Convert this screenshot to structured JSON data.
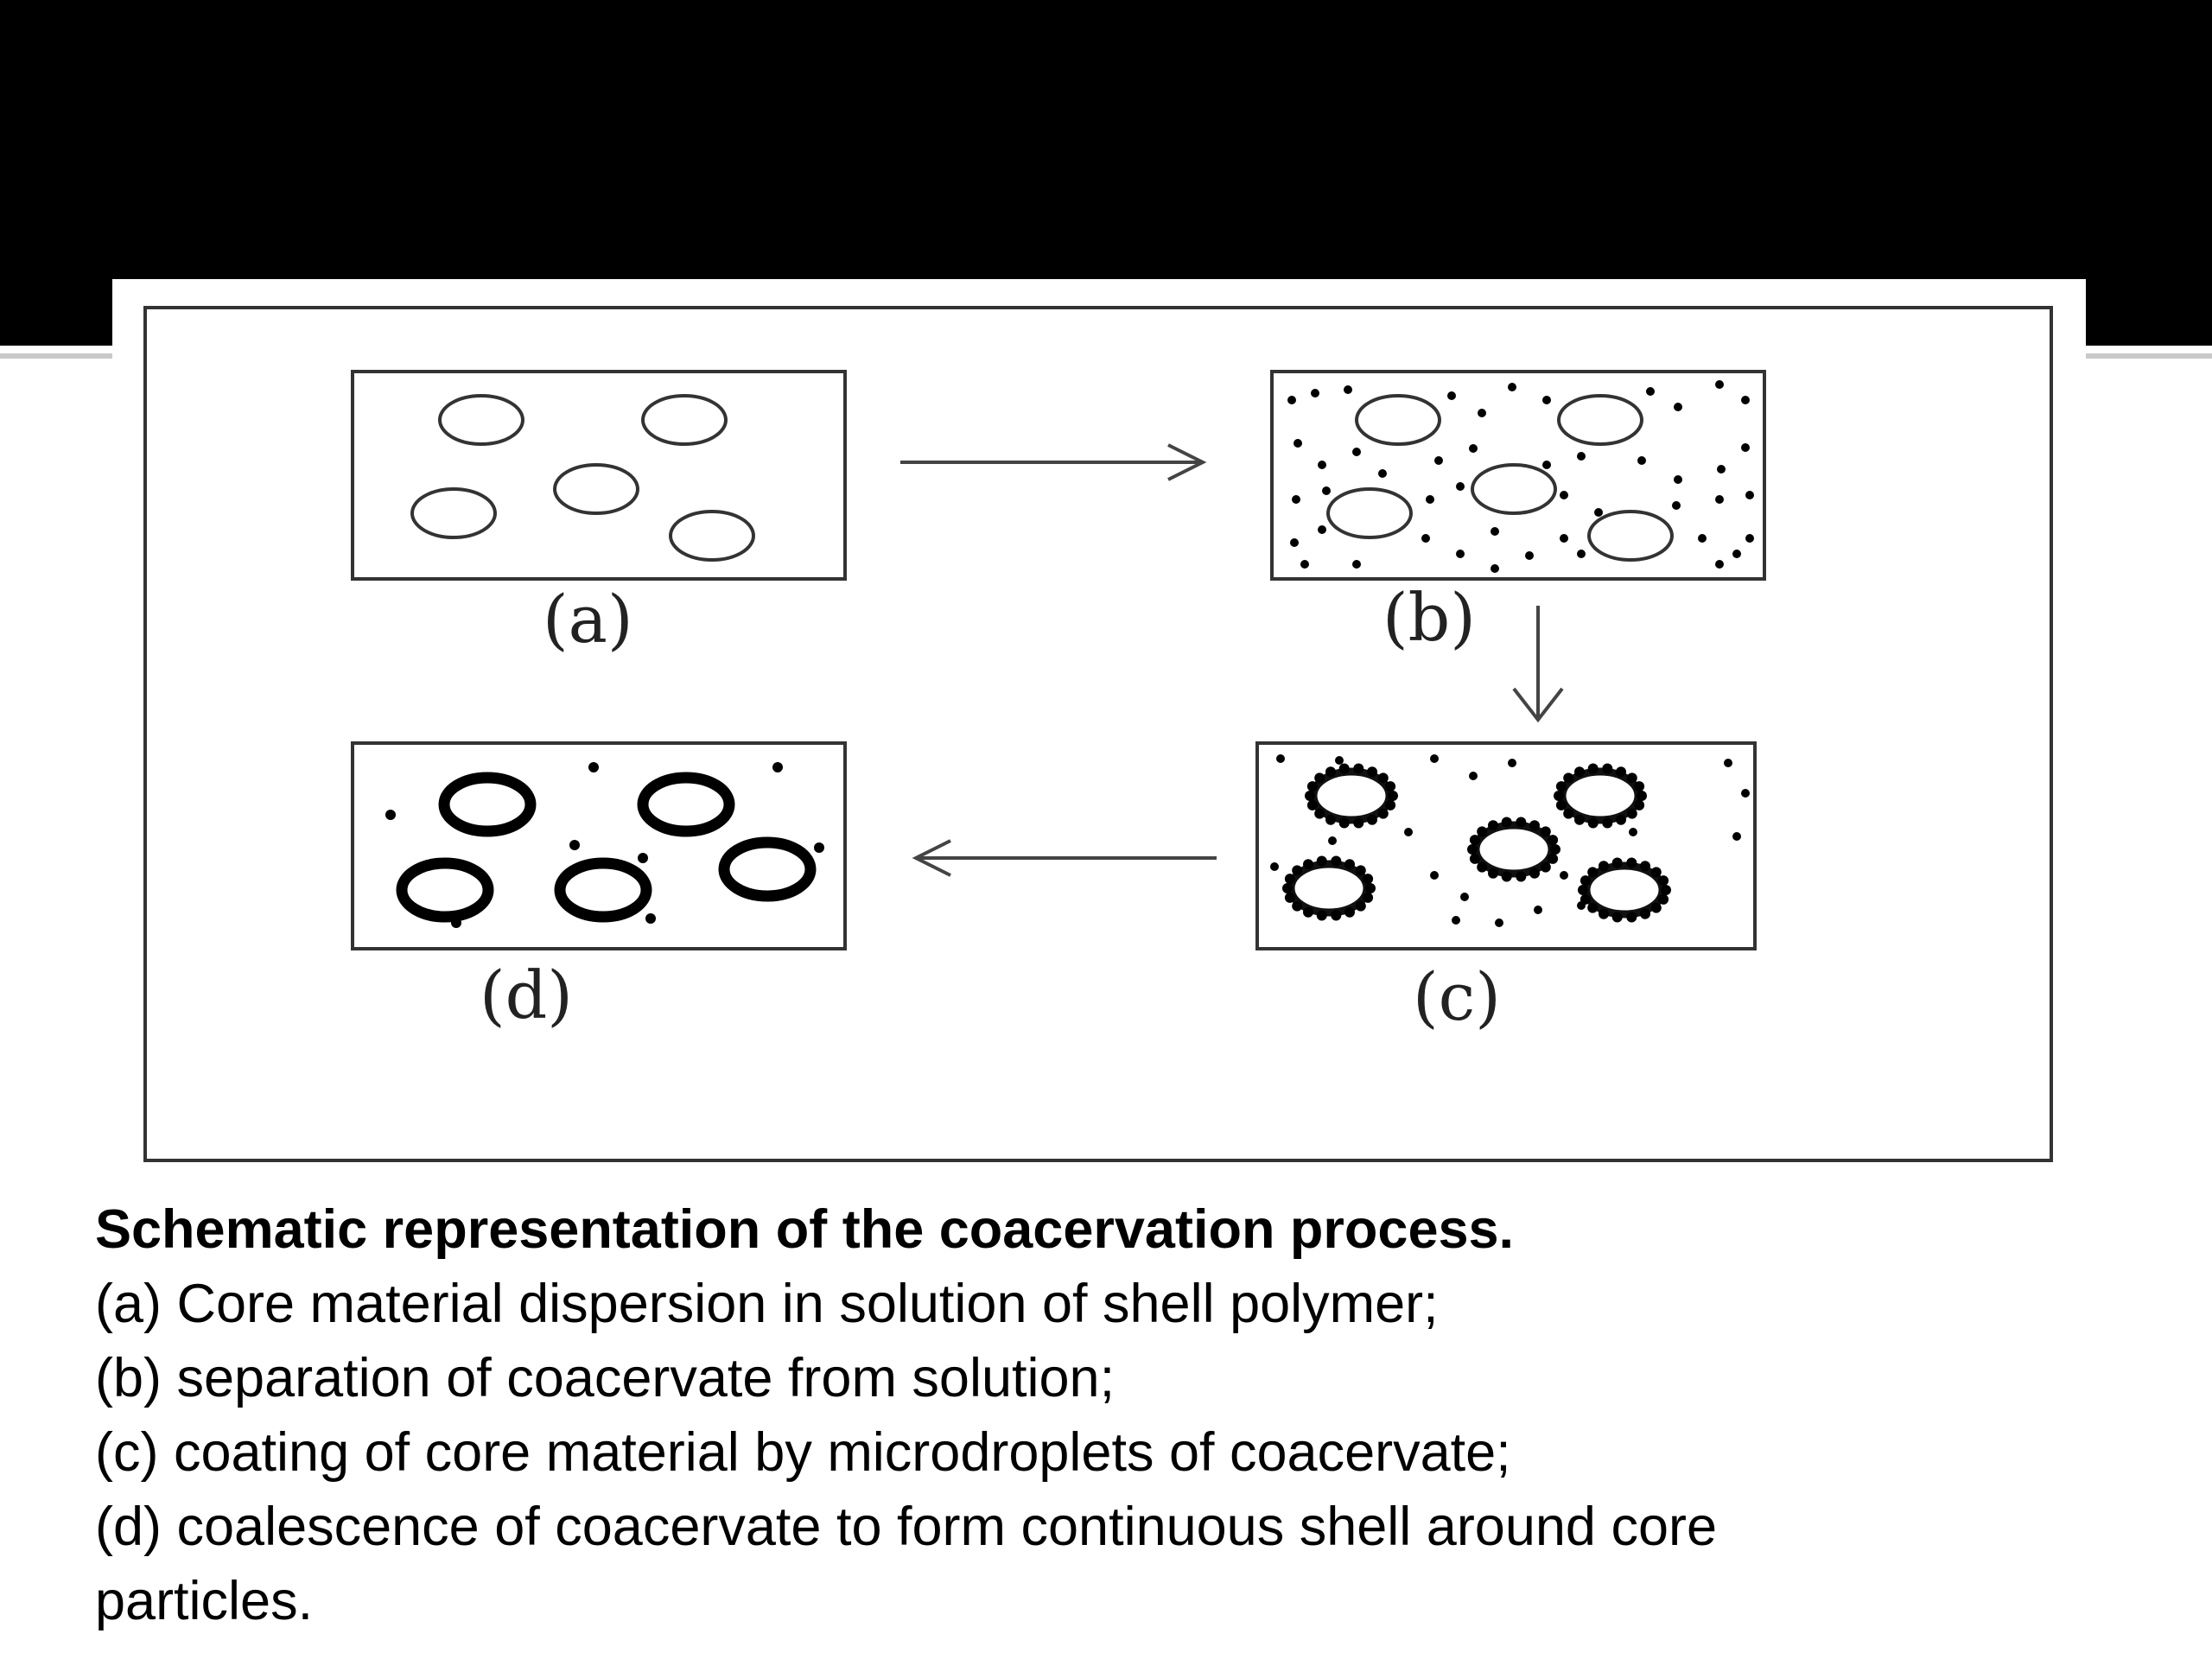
{
  "figure": {
    "panels": [
      {
        "id": "a",
        "label": "(a)"
      },
      {
        "id": "b",
        "label": "(b)"
      },
      {
        "id": "c",
        "label": "(c)"
      },
      {
        "id": "d",
        "label": "(d)"
      }
    ],
    "colors": {
      "frame": "#333333",
      "ink": "#111111",
      "dot": "#000000",
      "arrow": "#444444"
    }
  },
  "caption": {
    "title": "Schematic representation of the coacervation process.",
    "lines": [
      "(a) Core material dispersion in solution of shell polymer;",
      "(b) separation of coacervate from solution;",
      "(c) coating of core material by microdroplets of coacervate;",
      "(d) coalescence of coacervate to form continuous shell around core",
      "particles."
    ]
  }
}
